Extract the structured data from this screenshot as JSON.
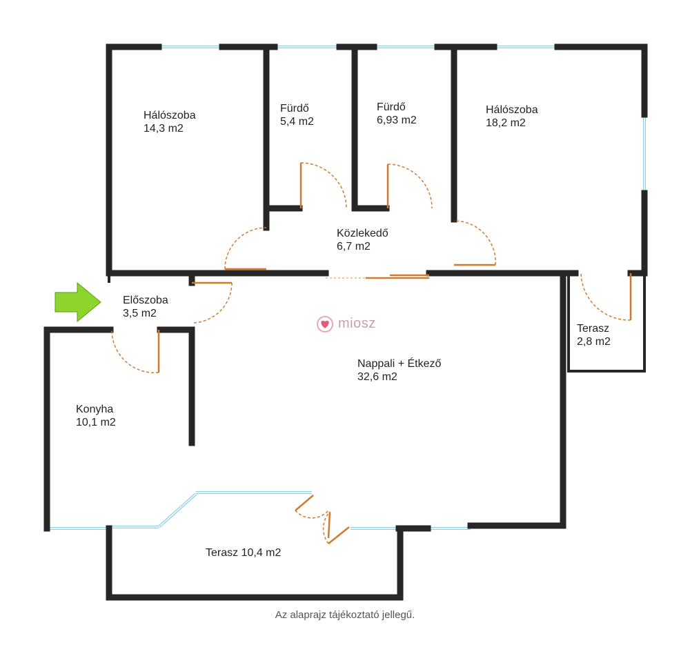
{
  "rooms": {
    "bedroom_left": {
      "name": "Hálószoba",
      "area": "14,3 m2"
    },
    "bath_1": {
      "name": "Fürdő",
      "area": "5,4 m2"
    },
    "bath_2": {
      "name": "Fürdő",
      "area": "6,93 m2"
    },
    "bedroom_right": {
      "name": "Hálószoba",
      "area": "18,2 m2"
    },
    "hallway": {
      "name": "Közlekedő",
      "area": "6,7 m2"
    },
    "entrance": {
      "name": "Előszoba",
      "area": "3,5 m2"
    },
    "living": {
      "name": "Nappali + Étkező",
      "area": "32,6 m2"
    },
    "terrace_small": {
      "name": "Terasz",
      "area": "2,8 m2"
    },
    "kitchen": {
      "name": "Konyha",
      "area": "10,1 m2"
    },
    "terrace_large": {
      "label": "Terasz 10,4 m2"
    }
  },
  "logo": {
    "text": "miosz"
  },
  "footnote": "Az alaprajz tájékoztató jellegű.",
  "colors": {
    "wall": "#262626",
    "window": "#8fd0e6",
    "door": "#d17a2e",
    "arrow": "#8cd52d"
  },
  "icons": {
    "entrance": "entrance-arrow-icon",
    "logo": "heart-logo-icon"
  }
}
